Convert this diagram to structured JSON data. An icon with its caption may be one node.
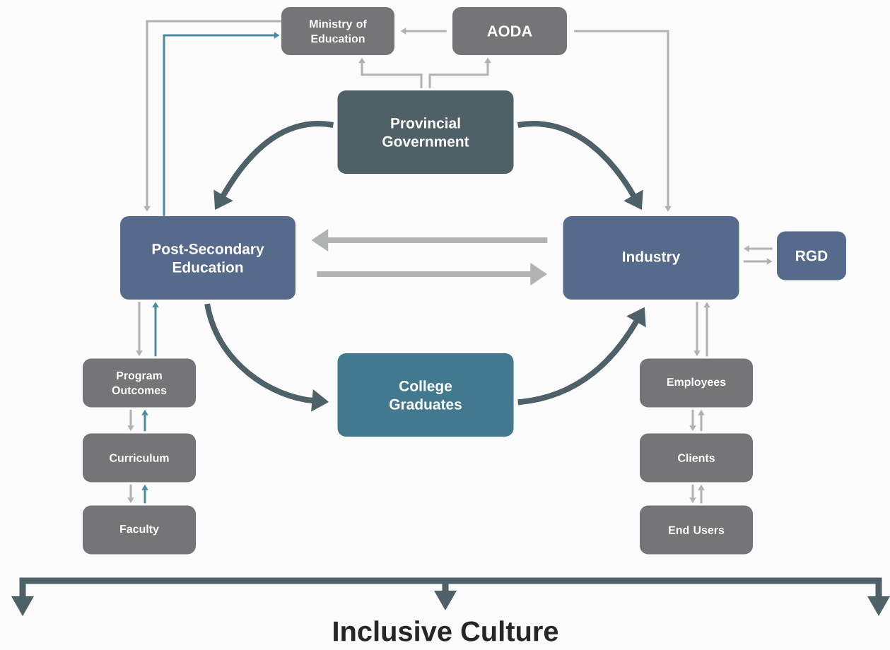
{
  "diagram": {
    "nodes": [
      {
        "text": [
          "Ministry of Education"
        ]
      },
      {
        "text": [
          "AODA"
        ]
      },
      {
        "text": [
          "Provincial Government"
        ]
      },
      {
        "text": [
          "Post-Secondary Education"
        ]
      },
      {
        "text": [
          "Industry"
        ]
      },
      {
        "text": [
          "RGD"
        ]
      },
      {
        "text": [
          "College Graduates"
        ]
      },
      {
        "text": [
          "Program Outcomes"
        ]
      },
      {
        "text": [
          "Curriculum"
        ]
      },
      {
        "text": [
          "Faculty"
        ]
      },
      {
        "text": [
          "Employees"
        ]
      },
      {
        "text": [
          "Clients"
        ]
      },
      {
        "text": [
          "End Users"
        ]
      }
    ],
    "edges": [
      {
        "from": 2,
        "to": 0,
        "arrow": "to"
      },
      {
        "from": 2,
        "to": 1,
        "arrow": "to"
      },
      {
        "from": 1,
        "to": 0,
        "arrow": "to"
      },
      {
        "from": 0,
        "to": 3,
        "arrow": "to"
      },
      {
        "from": 3,
        "to": 0,
        "arrow": "to",
        "color": "#4a8ba1"
      },
      {
        "from": 1,
        "to": 4,
        "arrow": "to"
      },
      {
        "from": 2,
        "to": 3,
        "arrow": "to",
        "style": "thick",
        "color": "#4e6169"
      },
      {
        "from": 2,
        "to": 4,
        "arrow": "to",
        "style": "thick",
        "color": "#4e6169"
      },
      {
        "from": 4,
        "to": 3,
        "arrow": "to",
        "style": "thick"
      },
      {
        "from": 3,
        "to": 4,
        "arrow": "to",
        "style": "thick"
      },
      {
        "from": 5,
        "to": 4,
        "arrow": "to"
      },
      {
        "from": 4,
        "to": 5,
        "arrow": "to"
      },
      {
        "from": 3,
        "to": 7,
        "arrow": "to"
      },
      {
        "from": 7,
        "to": 3,
        "arrow": "to",
        "color": "#4a8ba1"
      },
      {
        "from": 7,
        "to": 8,
        "arrow": "to"
      },
      {
        "from": 8,
        "to": 7,
        "arrow": "to",
        "color": "#4a8ba1"
      },
      {
        "from": 8,
        "to": 9,
        "arrow": "to"
      },
      {
        "from": 9,
        "to": 8,
        "arrow": "to",
        "color": "#4a8ba1"
      },
      {
        "from": 3,
        "to": 6,
        "arrow": "to",
        "style": "thick",
        "color": "#4e6169"
      },
      {
        "from": 6,
        "to": 4,
        "arrow": "to",
        "style": "thick",
        "color": "#4e6169"
      },
      {
        "from": 4,
        "to": 10,
        "arrow": "to"
      },
      {
        "from": 10,
        "to": 4,
        "arrow": "to"
      },
      {
        "from": 10,
        "to": 11,
        "arrow": "to"
      },
      {
        "from": 11,
        "to": 10,
        "arrow": "to"
      },
      {
        "from": 11,
        "to": 12,
        "arrow": "to"
      },
      {
        "from": 12,
        "to": 11,
        "arrow": "to"
      }
    ],
    "labels": [
      "Inclusive Culture"
    ]
  }
}
